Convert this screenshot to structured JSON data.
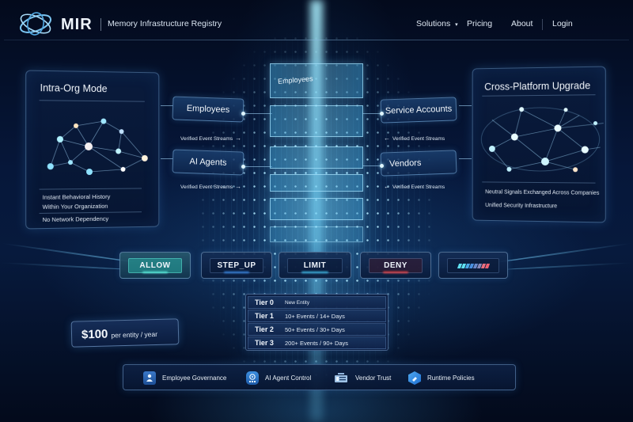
{
  "header": {
    "logo_text": "MIR",
    "logo_subtitle": "Memory Infrastructure Registry",
    "nav": [
      {
        "label": "Solutions",
        "has_dropdown": true
      },
      {
        "label": "Pricing"
      },
      {
        "label": "About"
      },
      {
        "label": "Login"
      }
    ]
  },
  "left_panel": {
    "title": "Intra-Org Mode",
    "lines": [
      "Instant Behavioral History",
      "Within Your Organization",
      "No Network Dependency"
    ]
  },
  "right_panel": {
    "title": "Cross-Platform Upgrade",
    "lines": [
      "Neutral Signals Exchanged Across Companies",
      "Unified Security Infrastructure"
    ]
  },
  "entities": {
    "left": [
      {
        "label": "Employees",
        "stream": "Verified Event Streams",
        "arrow": "→"
      },
      {
        "label": "AI Agents",
        "stream": "Verified Event Streams",
        "arrow": "→"
      }
    ],
    "right": [
      {
        "label": "Service Accounts",
        "stream": "Verified Event Streams",
        "arrow": "←"
      },
      {
        "label": "Vendors",
        "stream": "Verified Event Streams",
        "arrow": "←"
      }
    ]
  },
  "tower": {
    "label": "Employees"
  },
  "decisions": [
    {
      "label": "ALLOW",
      "accent": "#2fb3a8"
    },
    {
      "label": "STEP_UP",
      "accent": "#3a8ff0"
    },
    {
      "label": "LIMIT",
      "accent": "#3fc3f0"
    },
    {
      "label": "DENY",
      "accent": "#f05050"
    },
    {
      "label": "",
      "accent": "#4fd0e8",
      "type": "risk-meter",
      "meter_colors": [
        "#5fe0f0",
        "#5fe0f0",
        "#4aa8e8",
        "#4a90e0",
        "#6a88c8",
        "#8a8ab8",
        "#e87080",
        "#f06070"
      ]
    }
  ],
  "tiers": [
    {
      "name": "Tier 0",
      "description": "New Entity"
    },
    {
      "name": "Tier 1",
      "description": "10+ Events / 14+ Days"
    },
    {
      "name": "Tier 2",
      "description": "50+ Events / 30+ Days"
    },
    {
      "name": "Tier 3",
      "description": "200+ Events / 90+ Days"
    }
  ],
  "pricing": {
    "amount": "$100",
    "unit": "per entity / year"
  },
  "features": [
    {
      "label": "Employee Governance",
      "icon": "user-badge-icon"
    },
    {
      "label": "AI Agent Control",
      "icon": "ai-agent-icon"
    },
    {
      "label": "Vendor Trust",
      "icon": "vendor-icon"
    },
    {
      "label": "Runtime Policies",
      "icon": "policy-icon"
    }
  ],
  "colors": {
    "background": "#06173a",
    "accent": "#5fd4ff",
    "allow": "#2fb3a8",
    "deny": "#f05050"
  }
}
